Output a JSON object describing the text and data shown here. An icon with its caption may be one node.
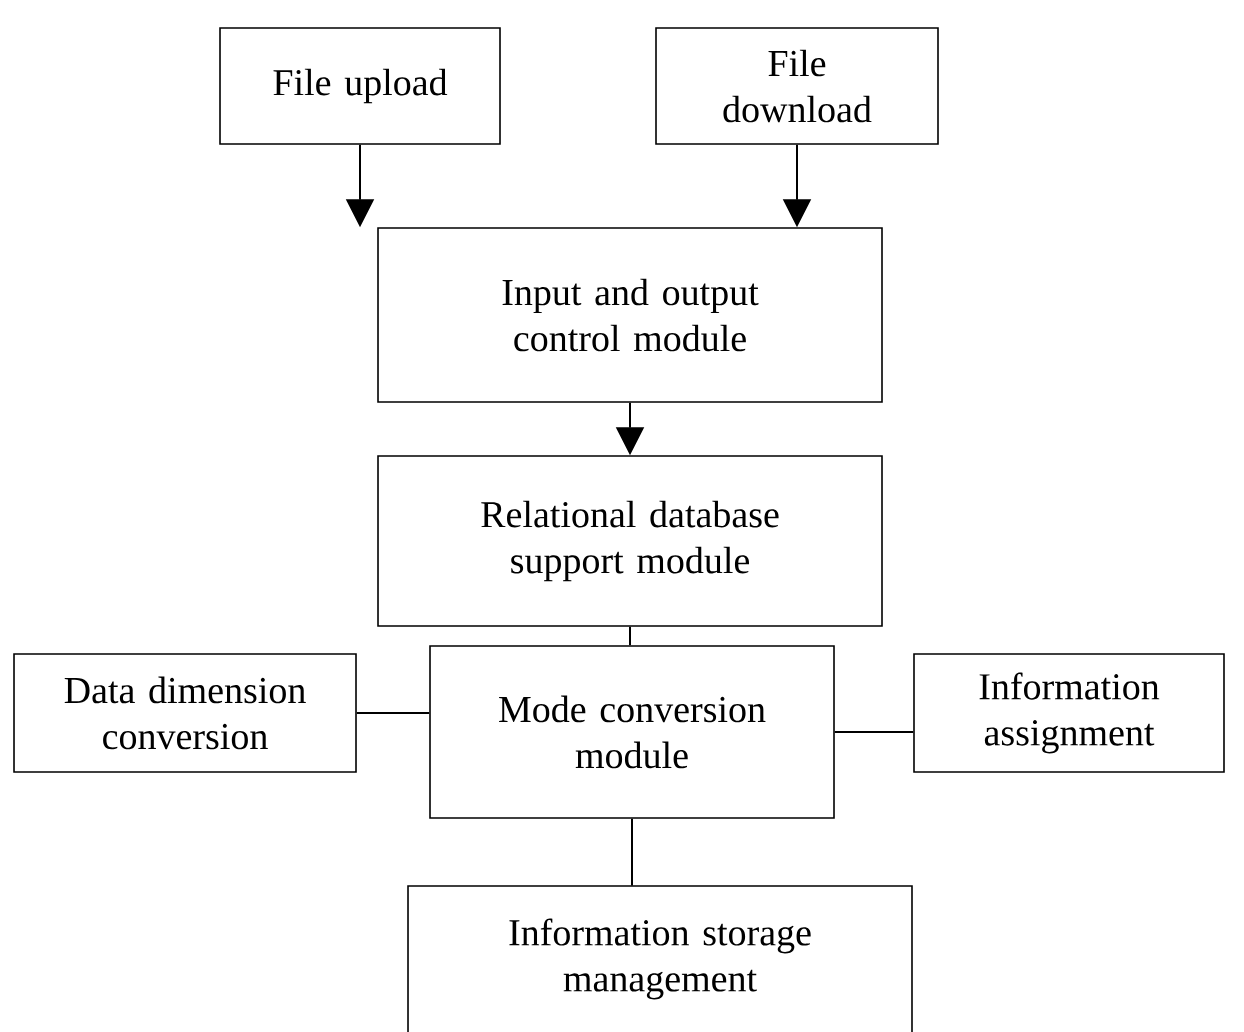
{
  "diagram": {
    "nodes": [
      {
        "text": [
          "File upload"
        ]
      },
      {
        "text": [
          "File download"
        ]
      },
      {
        "text": [
          "Input and output control module"
        ]
      },
      {
        "text": [
          "Relational database support module"
        ]
      },
      {
        "text": [
          "Mode conversion module"
        ]
      },
      {
        "text": [
          "Data dimension conversion"
        ]
      },
      {
        "text": [
          "Information assignment"
        ]
      },
      {
        "text": [
          "Information storage management"
        ]
      }
    ],
    "edges": [
      {
        "from": 0,
        "to": 2,
        "arrow": "to"
      },
      {
        "from": 1,
        "to": 2,
        "arrow": "to"
      },
      {
        "from": 2,
        "to": 3,
        "arrow": "to"
      },
      {
        "from": 3,
        "to": 4,
        "arrow": "none"
      },
      {
        "from": 5,
        "to": 4,
        "arrow": "none"
      },
      {
        "from": 4,
        "to": 6,
        "arrow": "none"
      },
      {
        "from": 4,
        "to": 7,
        "arrow": "none"
      }
    ]
  }
}
